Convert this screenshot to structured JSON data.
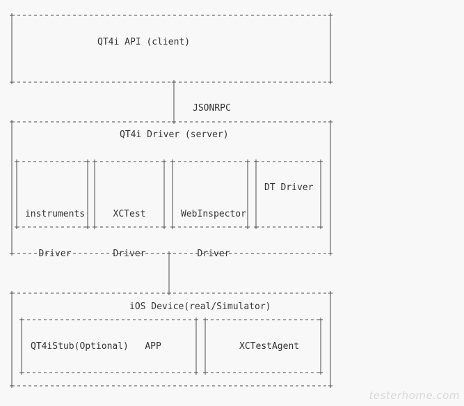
{
  "api_box": {
    "title": "QT4i API (client)"
  },
  "connector_label": "JSONRPC",
  "driver_box": {
    "title": "QT4i Driver (server)",
    "drivers": [
      {
        "line1": "instruments",
        "line2": "Driver"
      },
      {
        "line1": "XCTest",
        "line2": "Driver"
      },
      {
        "line1": "WebInspector",
        "line2": "Driver"
      },
      {
        "line1": "DT Driver",
        "line2": ""
      }
    ]
  },
  "device_box": {
    "title": "iOS Device(real/Simulator)",
    "app_label": "QT4iStub(Optional)   APP",
    "agent_label": "XCTestAgent"
  },
  "watermark": "testerhome.com",
  "colors": {
    "line": "#4a4a4a",
    "text": "#333333",
    "background": "#f8f8f8"
  }
}
